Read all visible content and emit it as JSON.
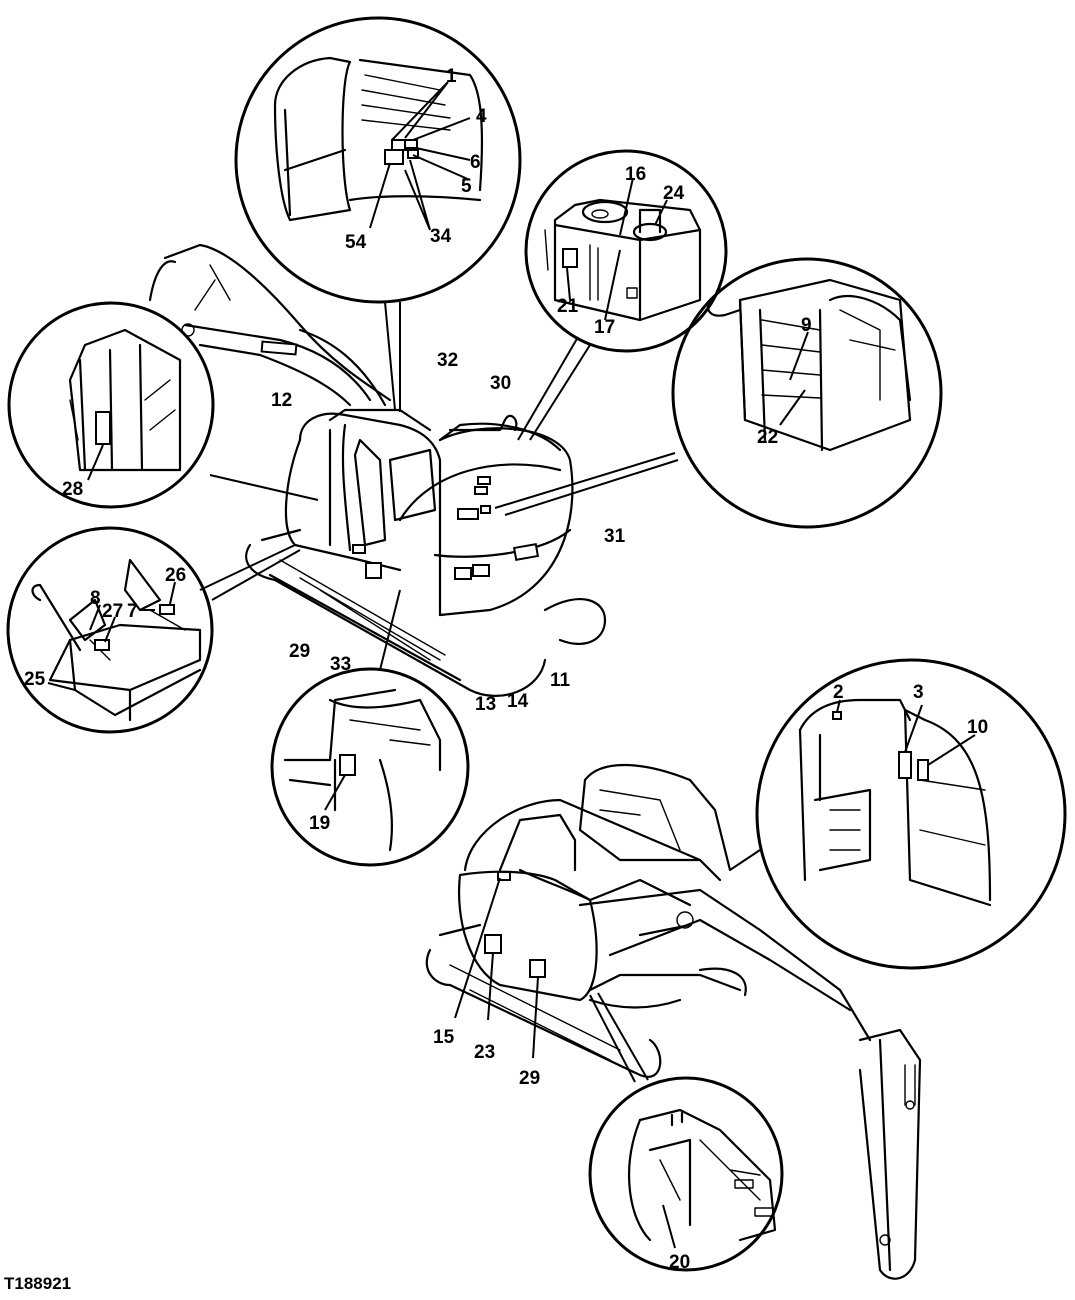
{
  "figure": {
    "figure_id": "T188921",
    "callouts": [
      "1",
      "2",
      "3",
      "4",
      "5",
      "6",
      "7",
      "8",
      "9",
      "10",
      "11",
      "12",
      "13",
      "14",
      "15",
      "16",
      "17",
      "19",
      "20",
      "21",
      "22",
      "23",
      "24",
      "25",
      "26",
      "27",
      "28",
      "29",
      "29",
      "30",
      "31",
      "32",
      "33",
      "34",
      "54"
    ]
  },
  "callouts": {
    "c1": "1",
    "c2": "2",
    "c3": "3",
    "c4": "4",
    "c5": "5",
    "c6": "6",
    "c7": "7",
    "c8": "8",
    "c9": "9",
    "c10": "10",
    "c11": "11",
    "c12": "12",
    "c13": "13",
    "c14": "14",
    "c15": "15",
    "c16": "16",
    "c17": "17",
    "c19": "19",
    "c20": "20",
    "c21": "21",
    "c22": "22",
    "c23": "23",
    "c24": "24",
    "c25": "25",
    "c26": "26",
    "c27": "27",
    "c28": "28",
    "c29a": "29",
    "c29b": "29",
    "c30": "30",
    "c31": "31",
    "c32": "32",
    "c33": "33",
    "c34": "34",
    "c54": "54"
  }
}
